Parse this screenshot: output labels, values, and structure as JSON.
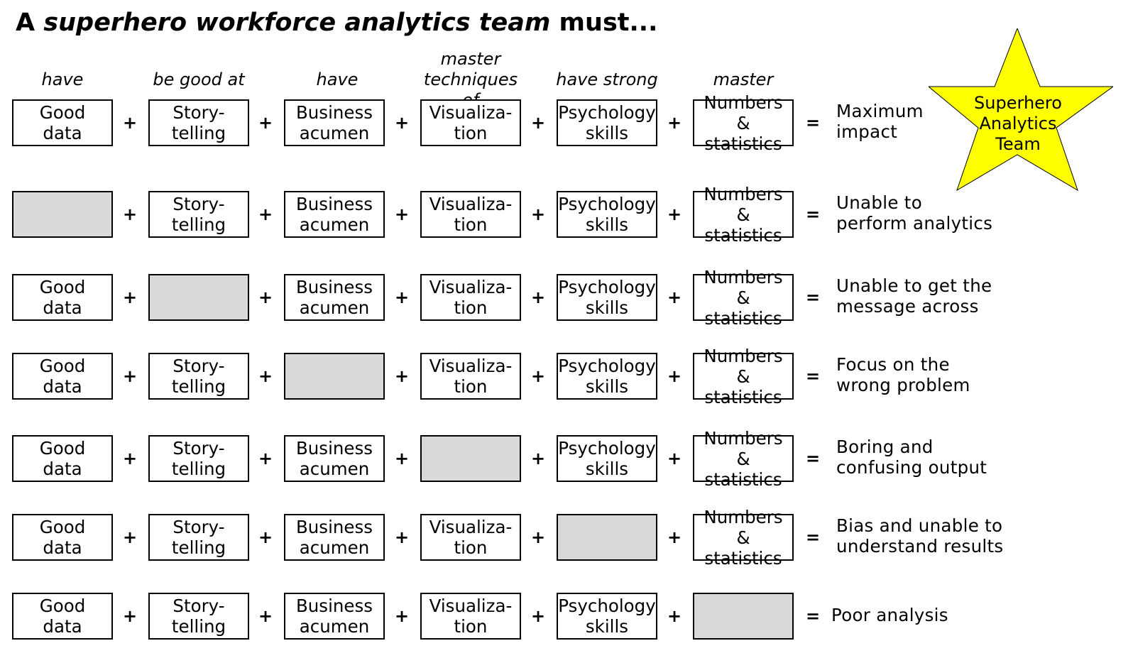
{
  "title": {
    "prefix": "A ",
    "emphasis": "superhero workforce analytics team",
    "suffix": " must..."
  },
  "column_headers": [
    "have",
    "be good at",
    "have",
    "master\ntechniques of",
    "have strong",
    "master"
  ],
  "components": [
    "Good\ndata",
    "Story-\ntelling",
    "Business\nacumen",
    "Visualiza-\ntion",
    "Psychology\nskills",
    "Numbers &\nstatistics"
  ],
  "operators": {
    "plus": "+",
    "equals": "="
  },
  "rows": [
    {
      "missing": null,
      "result": "Maximum\nimpact"
    },
    {
      "missing": 0,
      "result": "Unable to\nperform analytics"
    },
    {
      "missing": 1,
      "result": "Unable to get the\nmessage across"
    },
    {
      "missing": 2,
      "result": "Focus on the\nwrong problem"
    },
    {
      "missing": 3,
      "result": "Boring and\nconfusing output"
    },
    {
      "missing": 4,
      "result": "Bias and unable to\nunderstand results"
    },
    {
      "missing": 5,
      "result": "Poor analysis"
    }
  ],
  "badge": {
    "label": "Superhero\nAnalytics\nTeam",
    "icon": "star-icon",
    "fill_color": "#ffff00"
  },
  "colors": {
    "missing_fill": "#d9d9d9",
    "border": "#000000"
  }
}
